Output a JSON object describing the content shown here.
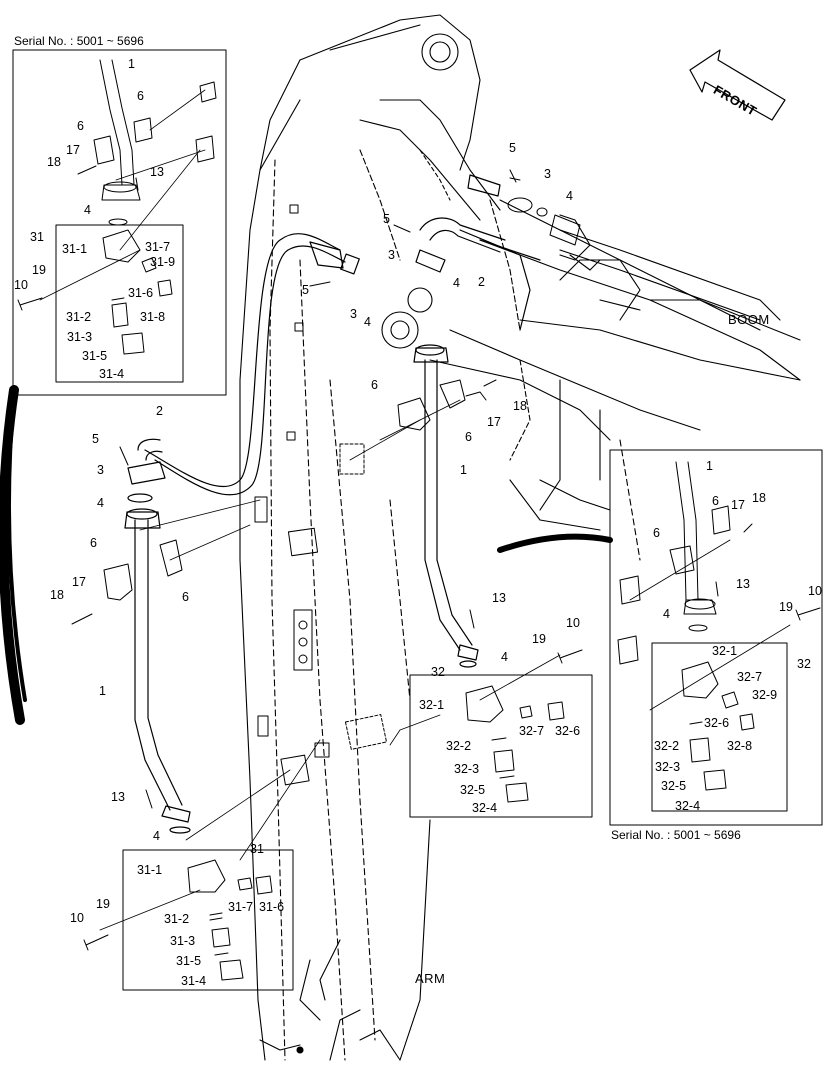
{
  "serial_top": "Serial No. : 5001 ~ 5696",
  "serial_bottom": "Serial No. : 5001 ~ 5696",
  "front_label": "FRONT",
  "boom_label": "BOOM",
  "arm_label": "ARM",
  "parts": {
    "p1": "1",
    "p2": "2",
    "p3": "3",
    "p4": "4",
    "p5": "5",
    "p6": "6",
    "p10": "10",
    "p13": "13",
    "p17": "17",
    "p18": "18",
    "p19": "19",
    "p31": "31",
    "p31_1": "31-1",
    "p31_2": "31-2",
    "p31_3": "31-3",
    "p31_4": "31-4",
    "p31_5": "31-5",
    "p31_6": "31-6",
    "p31_7": "31-7",
    "p31_8": "31-8",
    "p31_9": "31-9",
    "p32": "32",
    "p32_1": "32-1",
    "p32_2": "32-2",
    "p32_3": "32-3",
    "p32_4": "32-4",
    "p32_5": "32-5",
    "p32_6": "32-6",
    "p32_7": "32-7",
    "p32_8": "32-8",
    "p32_9": "32-9"
  }
}
